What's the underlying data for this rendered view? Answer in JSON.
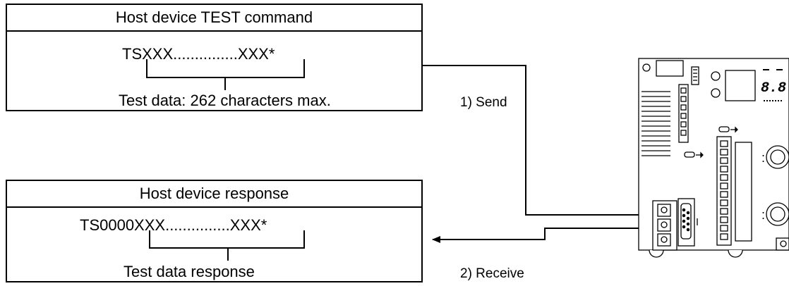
{
  "send_box": {
    "title": "Host device TEST command",
    "command": "TSXXX...............XXX*",
    "note": "Test data: 262 characters max."
  },
  "receive_box": {
    "title": "Host device response",
    "response": "TS0000XXX...............XXX*",
    "note": "Test data response"
  },
  "arrows": {
    "send_label": "1) Send",
    "receive_label": "2) Receive"
  },
  "device": {
    "display_text": "8.8.",
    "icon": "controller-unit-icon"
  }
}
